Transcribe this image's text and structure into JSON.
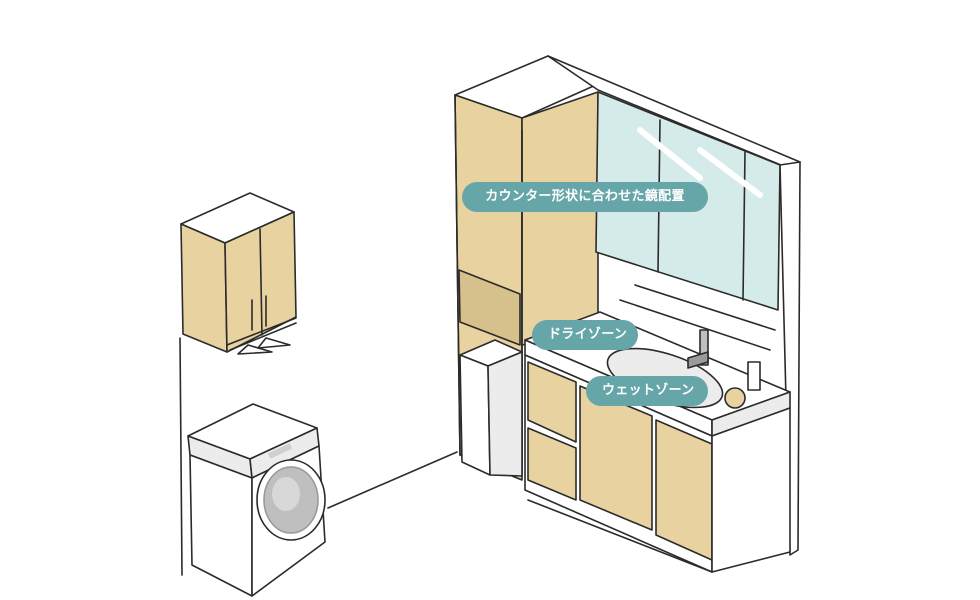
{
  "labels": {
    "counter_mirror": "カウンター形状に合わせた鏡配置",
    "dry_zone": "ドライゾーン",
    "wet_zone": "ウェットゾーン"
  },
  "colors": {
    "label_bg": "#66a6a9",
    "label_text": "#ffffff",
    "wood": "#e8d3a0",
    "wood_dark": "#d6c08c",
    "mirror": "#d4ebea",
    "outline": "#2b2b2b",
    "white": "#ffffff",
    "shadow": "#ececec",
    "drum": "#bfbfbf"
  }
}
